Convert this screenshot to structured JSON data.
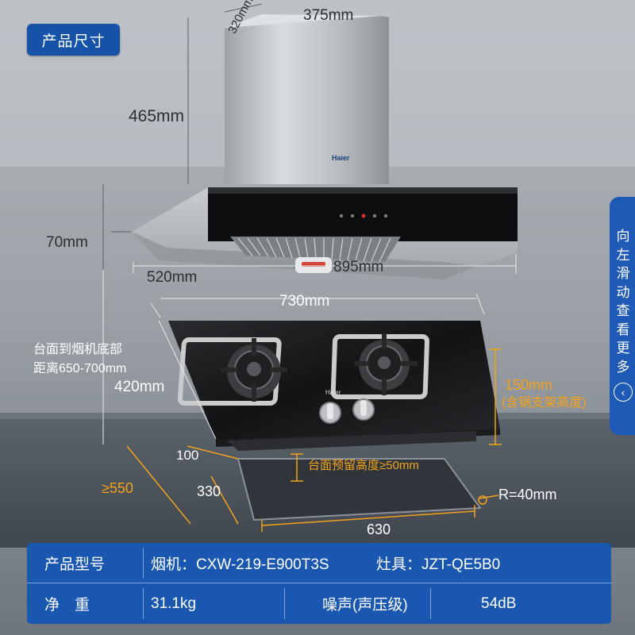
{
  "title_badge": "产品尺寸",
  "dimensions": {
    "hood_depth": "320mm",
    "hood_top_width": "375mm",
    "chimney_height": "465mm",
    "panel_height": "70mm",
    "hood_depth_bottom": "520mm",
    "hood_width": "895mm",
    "counter_to_hood_line1": "台面到烟机底部",
    "counter_to_hood_line2": "距离650-700mm",
    "hob_width": "730mm",
    "hob_depth": "420mm",
    "pot_stand_height_line1": "150mm",
    "pot_stand_height_line2": "(含锅支架高度)",
    "cutout_offset": "100",
    "reserved_height": "台面预留高度≥50mm",
    "counter_depth": "≥550",
    "cutout_depth": "330",
    "corner_radius": "R=40mm",
    "cutout_width": "630"
  },
  "brand": "Haier",
  "side_tab": {
    "chars": [
      "向",
      "左",
      "滑",
      "动",
      "查",
      "看",
      "更",
      "多"
    ],
    "arrow": "‹"
  },
  "specs": {
    "model_label": "产品型号",
    "hood_model": "烟机：CXW-219-E900T3S",
    "hob_model": "灶具：JZT-QE5B0",
    "weight_label": "净　重",
    "weight_value": "31.1kg",
    "noise_label": "噪声(声压级)",
    "noise_value": "54dB"
  },
  "colors": {
    "accent_blue": "#1a57b0",
    "dimension_orange": "#f3a21a",
    "wall_gray": "#8a9097",
    "counter_gray": "#535b65"
  }
}
